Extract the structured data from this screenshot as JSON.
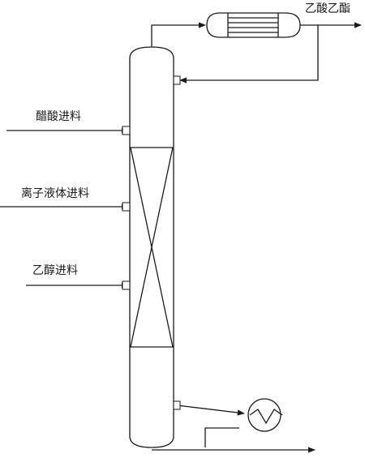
{
  "labels": {
    "product_ethyl_acetate": "乙酸乙酯",
    "acetic_acid_feed": "醋酸进料",
    "ionic_liquid_feed": "离子液体进料",
    "ethanol_feed": "乙醇进料"
  },
  "colors": {
    "line": "#1a1a1a",
    "background": "#ffffff"
  }
}
